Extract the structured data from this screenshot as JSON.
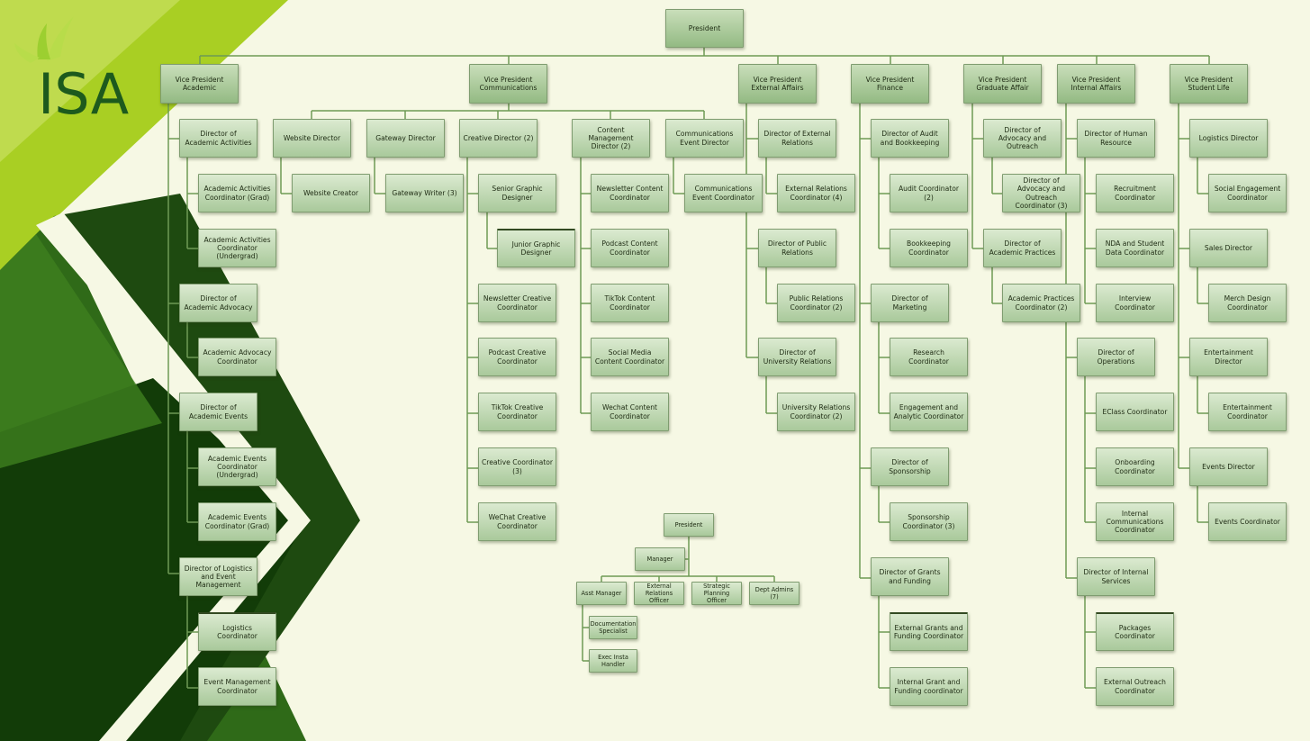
{
  "logo_text": "ISA",
  "colors": {
    "accent": "#a8cf2a",
    "dark_green": "#1f4d12",
    "box_fill": "#b5d1a7",
    "line": "#6e9a55"
  },
  "nodes": {
    "president": "President",
    "vp_academic": "Vice President Academic",
    "vp_comm": "Vice President Communications",
    "vp_ext": "Vice President External Affairs",
    "vp_fin": "Vice President Finance",
    "vp_grad": "Vice President Graduate Affair",
    "vp_int": "Vice President Internal Affairs",
    "vp_stu": "Vice President Student Life",
    "dir_acad_act": "Director of Academic Activities",
    "acad_act_grad": "Academic Activities Coordinator (Grad)",
    "acad_act_ug": "Academic Activities Coordinator (Undergrad)",
    "dir_acad_adv": "Director of Academic Advocacy",
    "acad_adv_coord": "Academic Advocacy Coordinator",
    "dir_acad_events": "Director of Academic Events",
    "acad_events_ug": "Academic Events Coordinator (Undergrad)",
    "acad_events_grad": "Academic Events Coordinator (Grad)",
    "dir_logistics": "Director of Logistics and Event Management",
    "logistics_coord": "Logistics Coordinator",
    "event_mgmt_coord": "Event Management Coordinator",
    "website_dir": "Website Director",
    "website_creator": "Website Creator",
    "gateway_dir": "Gateway Director",
    "gateway_writer": "Gateway Writer (3)",
    "creative_dir": "Creative Director (2)",
    "senior_graphic": "Senior Graphic Designer",
    "junior_graphic": "Junior Graphic Designer",
    "newsletter_creative": "Newsletter Creative Coordinator",
    "podcast_creative": "Podcast Creative Coordinator",
    "tiktok_creative": "TikTok Creative Coordinator",
    "creative_coord": "Creative Coordinator (3)",
    "wechat_creative": "WeChat Creative Coordinator",
    "content_mgmt_dir": "Content Management Director (2)",
    "newsletter_content": "Newsletter Content Coordinator",
    "podcast_content": "Podcast Content Coordinator",
    "tiktok_content": "TikTok Content Coordinator",
    "social_content": "Social Media Content Coordinator",
    "wechat_content": "Wechat Content Coordinator",
    "comm_event_dir": "Communications Event Director",
    "comm_event_coord": "Communications Event Coordinator",
    "dir_ext_rel": "Director of External Relations",
    "ext_rel_coord": "External Relations Coordinator (4)",
    "dir_pub_rel": "Director of Public Relations",
    "pub_rel_coord": "Public Relations Coordinator (2)",
    "dir_univ_rel": "Director of University Relations",
    "univ_rel_coord": "University Relations Coordinator (2)",
    "dir_audit": "Director of Audit and Bookkeeping",
    "audit_coord": "Audit Coordinator (2)",
    "bookkeeping_coord": "Bookkeeping Coordinator",
    "dir_marketing": "Director of Marketing",
    "research_coord": "Research Coordinator",
    "engagement_coord": "Engagement and Analytic Coordinator",
    "dir_sponsorship": "Director of Sponsorship",
    "sponsorship_coord": "Sponsorship Coordinator (3)",
    "dir_grants": "Director of Grants and Funding",
    "ext_grants_coord": "External Grants and Funding Coordinator",
    "int_grant_coord": "Internal Grant and Funding coordinator",
    "dir_adv_outreach": "Director of Advocacy and Outreach",
    "adv_outreach_coord": "Director of Advocacy and Outreach Coordinator (3)",
    "dir_acad_practices": "Director of Academic Practices",
    "acad_practices_coord": "Academic Practices Coordinator (2)",
    "dir_hr": "Director of Human Resource",
    "recruitment_coord": "Recruitment Coordinator",
    "nda_coord": "NDA and Student Data Coordinator",
    "interview_coord": "Interview Coordinator",
    "dir_operations": "Director of Operations",
    "eclass_coord": "EClass Coordinator",
    "onboarding_coord": "Onboarding Coordinator",
    "int_comm_coord": "Internal Communications Coordinator",
    "dir_int_services": "Director of Internal Services",
    "packages_coord": "Packages Coordinator",
    "ext_outreach_coord": "External Outreach Coordinator",
    "logistics_dir": "Logistics Director",
    "social_eng_coord": "Social Engagement Coordinator",
    "sales_dir": "Sales Director",
    "merch_coord": "Merch Design Coordinator",
    "entertainment_dir": "Entertainment Director",
    "entertainment_coord": "Entertainment Coordinator",
    "events_dir": "Events Director",
    "events_coord": "Events Coordinator",
    "leg_president": "President",
    "leg_manager": "Manager",
    "leg_asst_manager": "Asst Manager",
    "leg_ext_rel_officer": "External Relations Officer",
    "leg_strategic": "Strategic Planning Officer",
    "leg_dept_admins": "Dept Admins (7)",
    "leg_documentation": "Documentation Specialist",
    "leg_exec_insta": "Exec Insta Handler"
  }
}
